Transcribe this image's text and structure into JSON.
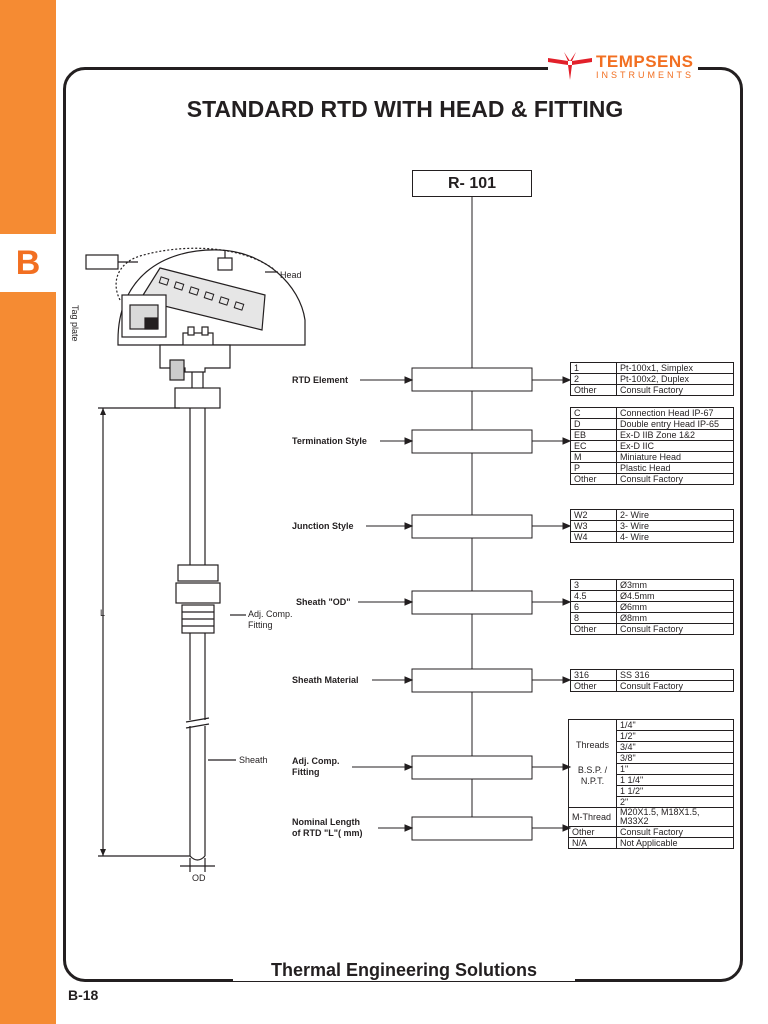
{
  "page": {
    "section_letter": "B",
    "page_number": "B-18",
    "footer_title": "Thermal Engineering Solutions",
    "accent_color": "#f58b33"
  },
  "logo": {
    "name": "TEMPSENS",
    "sub": "INSTRUMENTS"
  },
  "title": "STANDARD RTD WITH HEAD & FITTING",
  "model_code": "R- 101",
  "drawing_labels": {
    "head": "Head",
    "tag_plate": "Tag plate",
    "adj_fitting_1": "Adj. Comp.",
    "adj_fitting_2": "Fitting",
    "sheath": "Sheath",
    "length": "L",
    "od": "OD"
  },
  "fields": [
    {
      "label": "RTD Element"
    },
    {
      "label": "Termination Style"
    },
    {
      "label": "Junction Style"
    },
    {
      "label": "Sheath \"OD\""
    },
    {
      "label": "Sheath Material"
    },
    {
      "label": "Adj. Comp.",
      "label2": "Fitting"
    },
    {
      "label": "Nominal Length",
      "label2": "of RTD \"L\"( mm)"
    }
  ],
  "tables": {
    "rtd_element": [
      {
        "code": "1",
        "desc": "Pt-100x1, Simplex"
      },
      {
        "code": "2",
        "desc": "Pt-100x2, Duplex"
      },
      {
        "code": "Other",
        "desc": "Consult Factory"
      }
    ],
    "termination": [
      {
        "code": "C",
        "desc": "Connection Head IP-67"
      },
      {
        "code": "D",
        "desc": "Double entry Head IP-65"
      },
      {
        "code": "EB",
        "desc": "Ex-D IIB Zone 1&2"
      },
      {
        "code": "EC",
        "desc": "Ex-D IIC"
      },
      {
        "code": "M",
        "desc": "Miniature Head"
      },
      {
        "code": "P",
        "desc": "Plastic Head"
      },
      {
        "code": "Other",
        "desc": "Consult Factory"
      }
    ],
    "junction": [
      {
        "code": "W2",
        "desc": "2- Wire"
      },
      {
        "code": "W3",
        "desc": "3- Wire"
      },
      {
        "code": "W4",
        "desc": "4- Wire"
      }
    ],
    "sheath_od": [
      {
        "code": "3",
        "desc": "Ø3mm"
      },
      {
        "code": "4.5",
        "desc": "Ø4.5mm"
      },
      {
        "code": "6",
        "desc": "Ø6mm"
      },
      {
        "code": "8",
        "desc": "Ø8mm"
      },
      {
        "code": "Other",
        "desc": "Consult Factory"
      }
    ],
    "sheath_material": [
      {
        "code": "316",
        "desc": "SS 316"
      },
      {
        "code": "Other",
        "desc": "Consult Factory"
      }
    ],
    "fitting": {
      "threads_label": "Threads",
      "bsp_label_1": "B.S.P. /",
      "bsp_label_2": "N.P.T.",
      "sizes": [
        "1/4\"",
        "1/2\"",
        "3/4\"",
        "3/8\"",
        "1\"",
        "1 1/4\"",
        "1 1/2\"",
        "2\""
      ],
      "mthread_code": "M-Thread",
      "mthread_desc_1": "M20X1.5, M18X1.5,",
      "mthread_desc_2": "M33X2",
      "other_code": "Other",
      "other_desc": "Consult Factory",
      "na_code": "N/A",
      "na_desc": "Not Applicable"
    }
  }
}
